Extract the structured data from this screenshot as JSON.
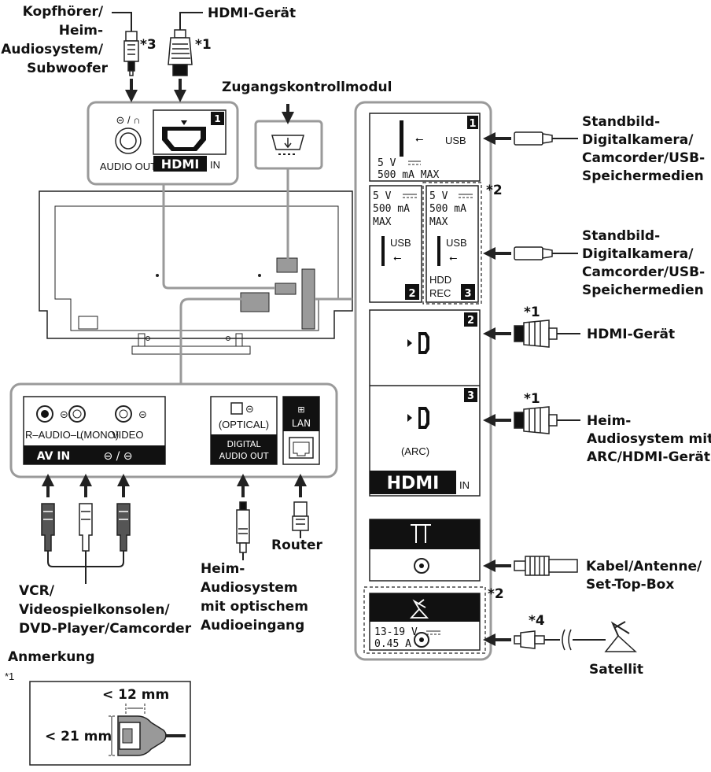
{
  "labels": {
    "headphones": [
      "Kopfhörer/",
      "Heim-",
      "Audiosystem/",
      "Subwoofer"
    ],
    "hdmi_device_top": "HDMI-Gerät",
    "cam_module": "Zugangskontrollmodul",
    "usb_devices_1": [
      "Standbild-",
      "Digitalkamera/",
      "Camcorder/USB-",
      "Speichermedien"
    ],
    "usb_devices_2": [
      "Standbild-",
      "Digitalkamera/",
      "Camcorder/USB-",
      "Speichermedien"
    ],
    "hdmi_device_right": "HDMI-Gerät",
    "arc_device": [
      "Heim-",
      "Audiosystem mit",
      "ARC/HDMI-Gerät"
    ],
    "cable_antenna": [
      "Kabel/Antenne/",
      "Set-Top-Box"
    ],
    "satellite": "Satellit",
    "router": "Router",
    "optical_device": [
      "Heim-",
      "Audiosystem",
      "mit optischem",
      "Audioeingang"
    ],
    "av_devices": [
      "VCR/",
      "Videospielkonsolen/",
      "DVD-Player/Camcorder"
    ],
    "note_heading": "Anmerkung"
  },
  "footnotes": {
    "f1": "*1",
    "f2": "*2",
    "f3": "*3",
    "f4": "*4"
  },
  "panel_top": {
    "audio_out": "AUDIO OUT",
    "audio_icon": "⊝ / ∩",
    "hdmi_port_num": "1",
    "hdmi_logo": "HDMI",
    "hdmi_in": "IN"
  },
  "usb": {
    "usb1_label": "USB",
    "usb1_num": "1",
    "usb1_volt": "5 V",
    "usb1_current": "500 mA MAX",
    "usb2_volt": "5 V",
    "usb2_current": "500 mA",
    "usb2_max": "MAX",
    "usb2_label": "USB",
    "usb2_num": "2",
    "usb3_volt": "5 V",
    "usb3_current": "500 mA",
    "usb3_max": "MAX",
    "usb3_label": "USB",
    "usb3_hdd": "HDD",
    "usb3_rec": "REC",
    "usb3_num": "3"
  },
  "hdmi_right": {
    "port2": "2",
    "port3": "3",
    "arc": "(ARC)",
    "logo": "HDMI",
    "in": "IN"
  },
  "sat": {
    "volt": "13-19 V",
    "current": "0.45 A"
  },
  "bottom_panel": {
    "audio_label": "R–AUDIO–L",
    "mono": "(MONO)",
    "video": "VIDEO",
    "av_in": "AV IN",
    "optical": "(OPTICAL)",
    "digital": "DIGITAL",
    "audio_out": "AUDIO OUT",
    "lan": "LAN"
  },
  "note": {
    "dim_width": "< 12 mm",
    "dim_height": "< 21 mm"
  },
  "colors": {
    "line": "#222222",
    "gray": "#9a9a9a",
    "panel_fill": "#ffffff",
    "tv_fill": "#ffffff"
  }
}
